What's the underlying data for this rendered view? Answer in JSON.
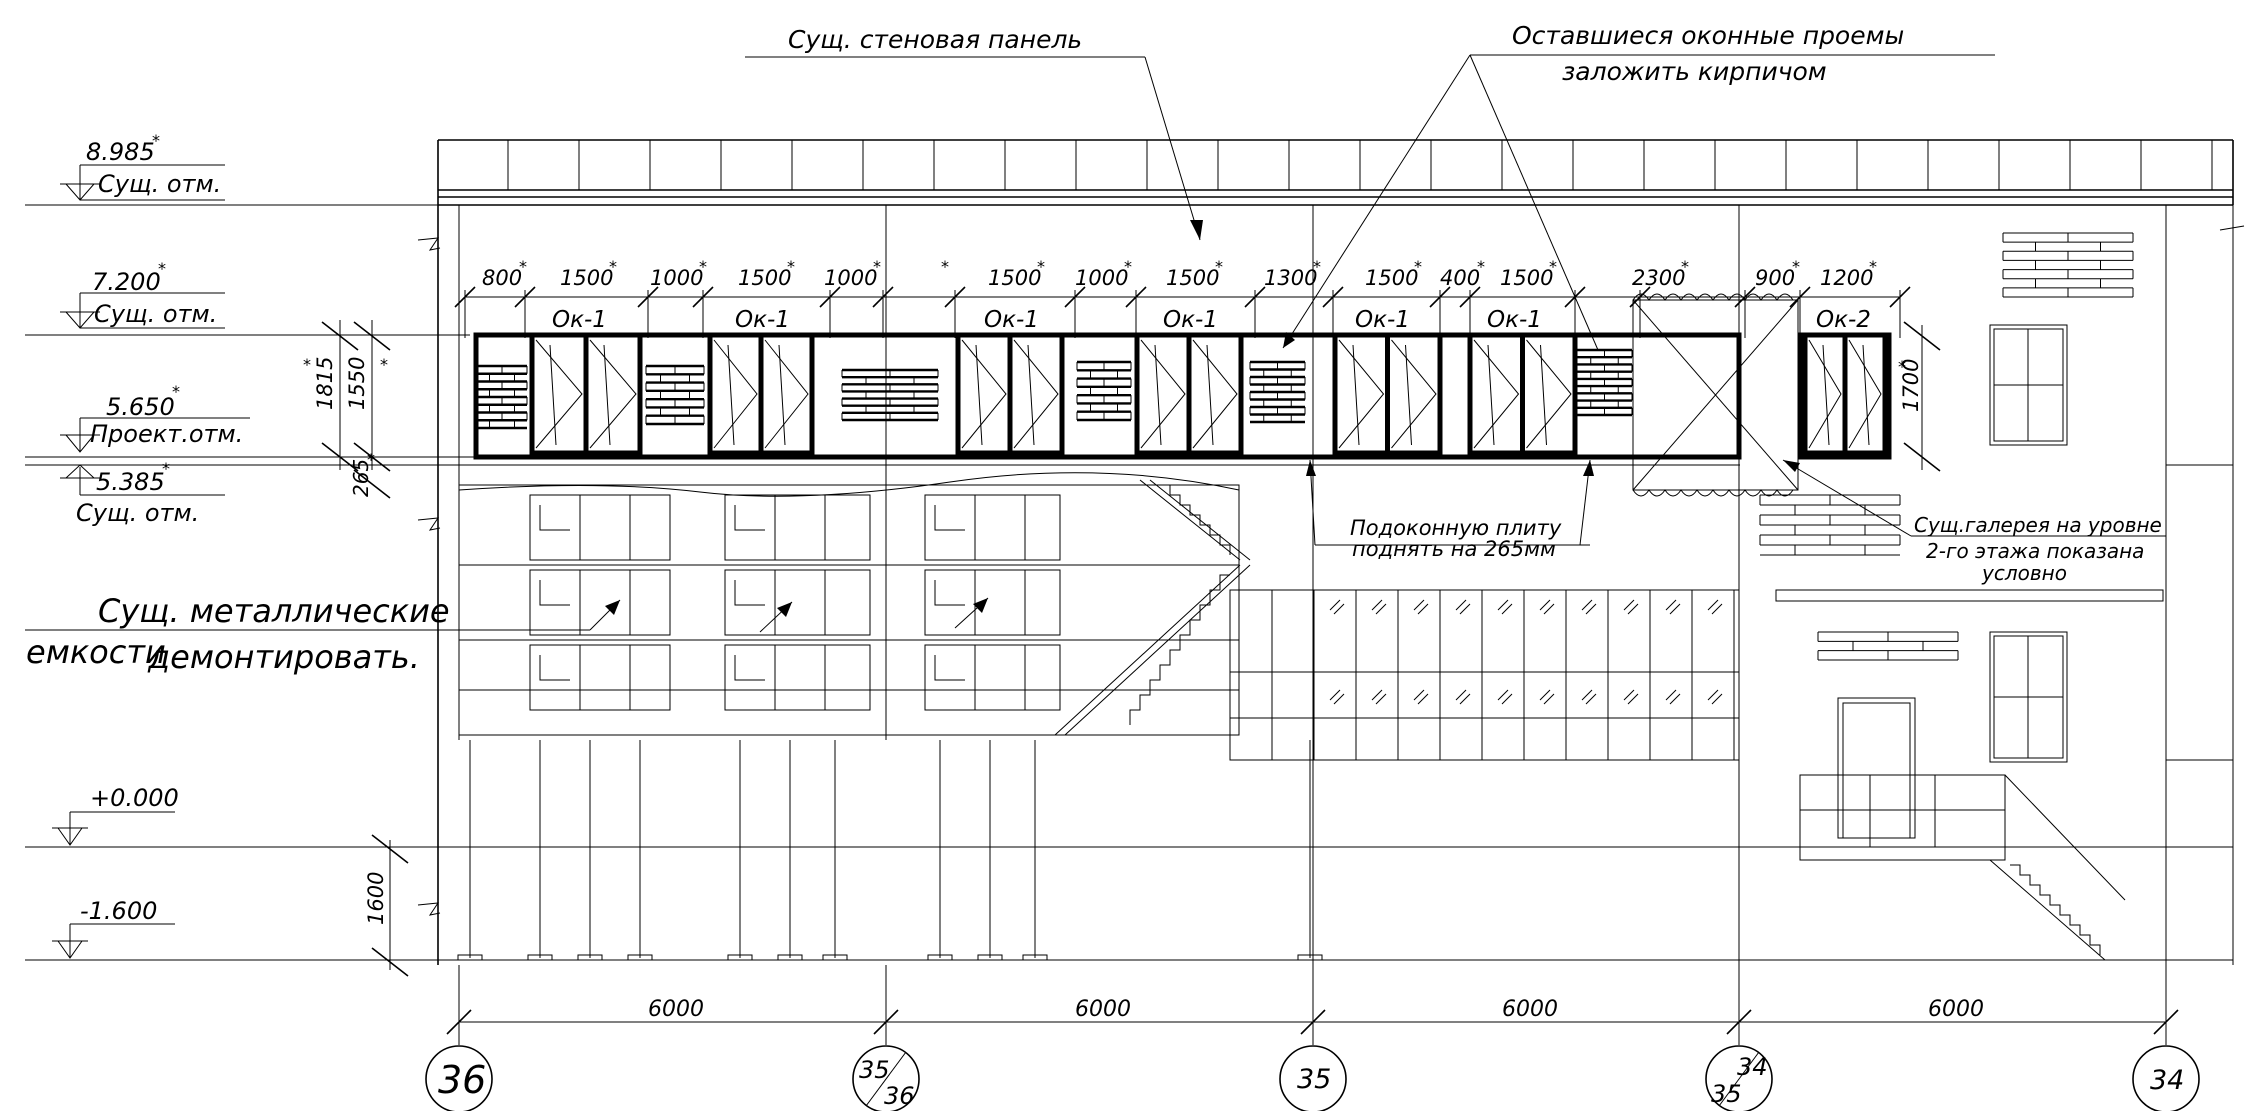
{
  "elevations": [
    {
      "value": "8.985",
      "mark": "*",
      "label": "Сущ. отм."
    },
    {
      "value": "7.200",
      "mark": "*",
      "label": "Сущ. отм."
    },
    {
      "value": "5.650",
      "mark": "*",
      "label": "Проект.отм."
    },
    {
      "value": "5.385",
      "mark": "*",
      "label": "Сущ. отм."
    },
    {
      "value": "+0.000",
      "mark": "",
      "label": ""
    },
    {
      "value": "-1.600",
      "mark": "",
      "label": ""
    }
  ],
  "top_dimensions": [
    {
      "value": "800",
      "mark": "*"
    },
    {
      "value": "1500",
      "mark": "*"
    },
    {
      "value": "1000",
      "mark": "*"
    },
    {
      "value": "1500",
      "mark": "*"
    },
    {
      "value": "1000",
      "mark": "*"
    },
    {
      "value": "",
      "mark": "*"
    },
    {
      "value": "1500",
      "mark": "*"
    },
    {
      "value": "1000",
      "mark": "*"
    },
    {
      "value": "1500",
      "mark": "*"
    },
    {
      "value": "1300",
      "mark": "*"
    },
    {
      "value": "1500",
      "mark": "*"
    },
    {
      "value": "400",
      "mark": "*"
    },
    {
      "value": "1500",
      "mark": "*"
    },
    {
      "value": "2300",
      "mark": "*"
    },
    {
      "value": "900",
      "mark": "*"
    },
    {
      "value": "1200",
      "mark": "*"
    }
  ],
  "vertical_dimensions": [
    {
      "value": "1815",
      "mark": "*"
    },
    {
      "value": "1550",
      "mark": "*"
    },
    {
      "value": "265",
      "mark": "*"
    },
    {
      "value": "1700",
      "mark": "*"
    },
    {
      "value": "1600",
      "mark": ""
    }
  ],
  "window_tags": [
    "Ок-1",
    "Ок-1",
    "Ок-1",
    "Ок-1",
    "Ок-1",
    "Ок-1",
    "Ок-2"
  ],
  "axes": {
    "labels": [
      {
        "top": "36",
        "bottom": ""
      },
      {
        "top": "35",
        "bottom": "36"
      },
      {
        "top": "35",
        "bottom": ""
      },
      {
        "top": "34",
        "bottom": "35"
      },
      {
        "top": "34",
        "bottom": ""
      }
    ],
    "spans": [
      "6000",
      "6000",
      "6000",
      "6000"
    ]
  },
  "notes": {
    "wall_panel": "Сущ. стеновая панель",
    "openings_line1": "Оставшиеся оконные проемы",
    "openings_line2": "заложить кирпичом",
    "tanks_line1": "Сущ. металлические",
    "tanks_line2a": "емкости",
    "tanks_line2b": "демонтировать.",
    "sill_line1": "Подоконную плиту",
    "sill_line2": "поднять  на 265мм",
    "gallery_line1": "Сущ.галерея на уровне",
    "gallery_line2": "2-го этажа показана",
    "gallery_line3": "условно"
  }
}
